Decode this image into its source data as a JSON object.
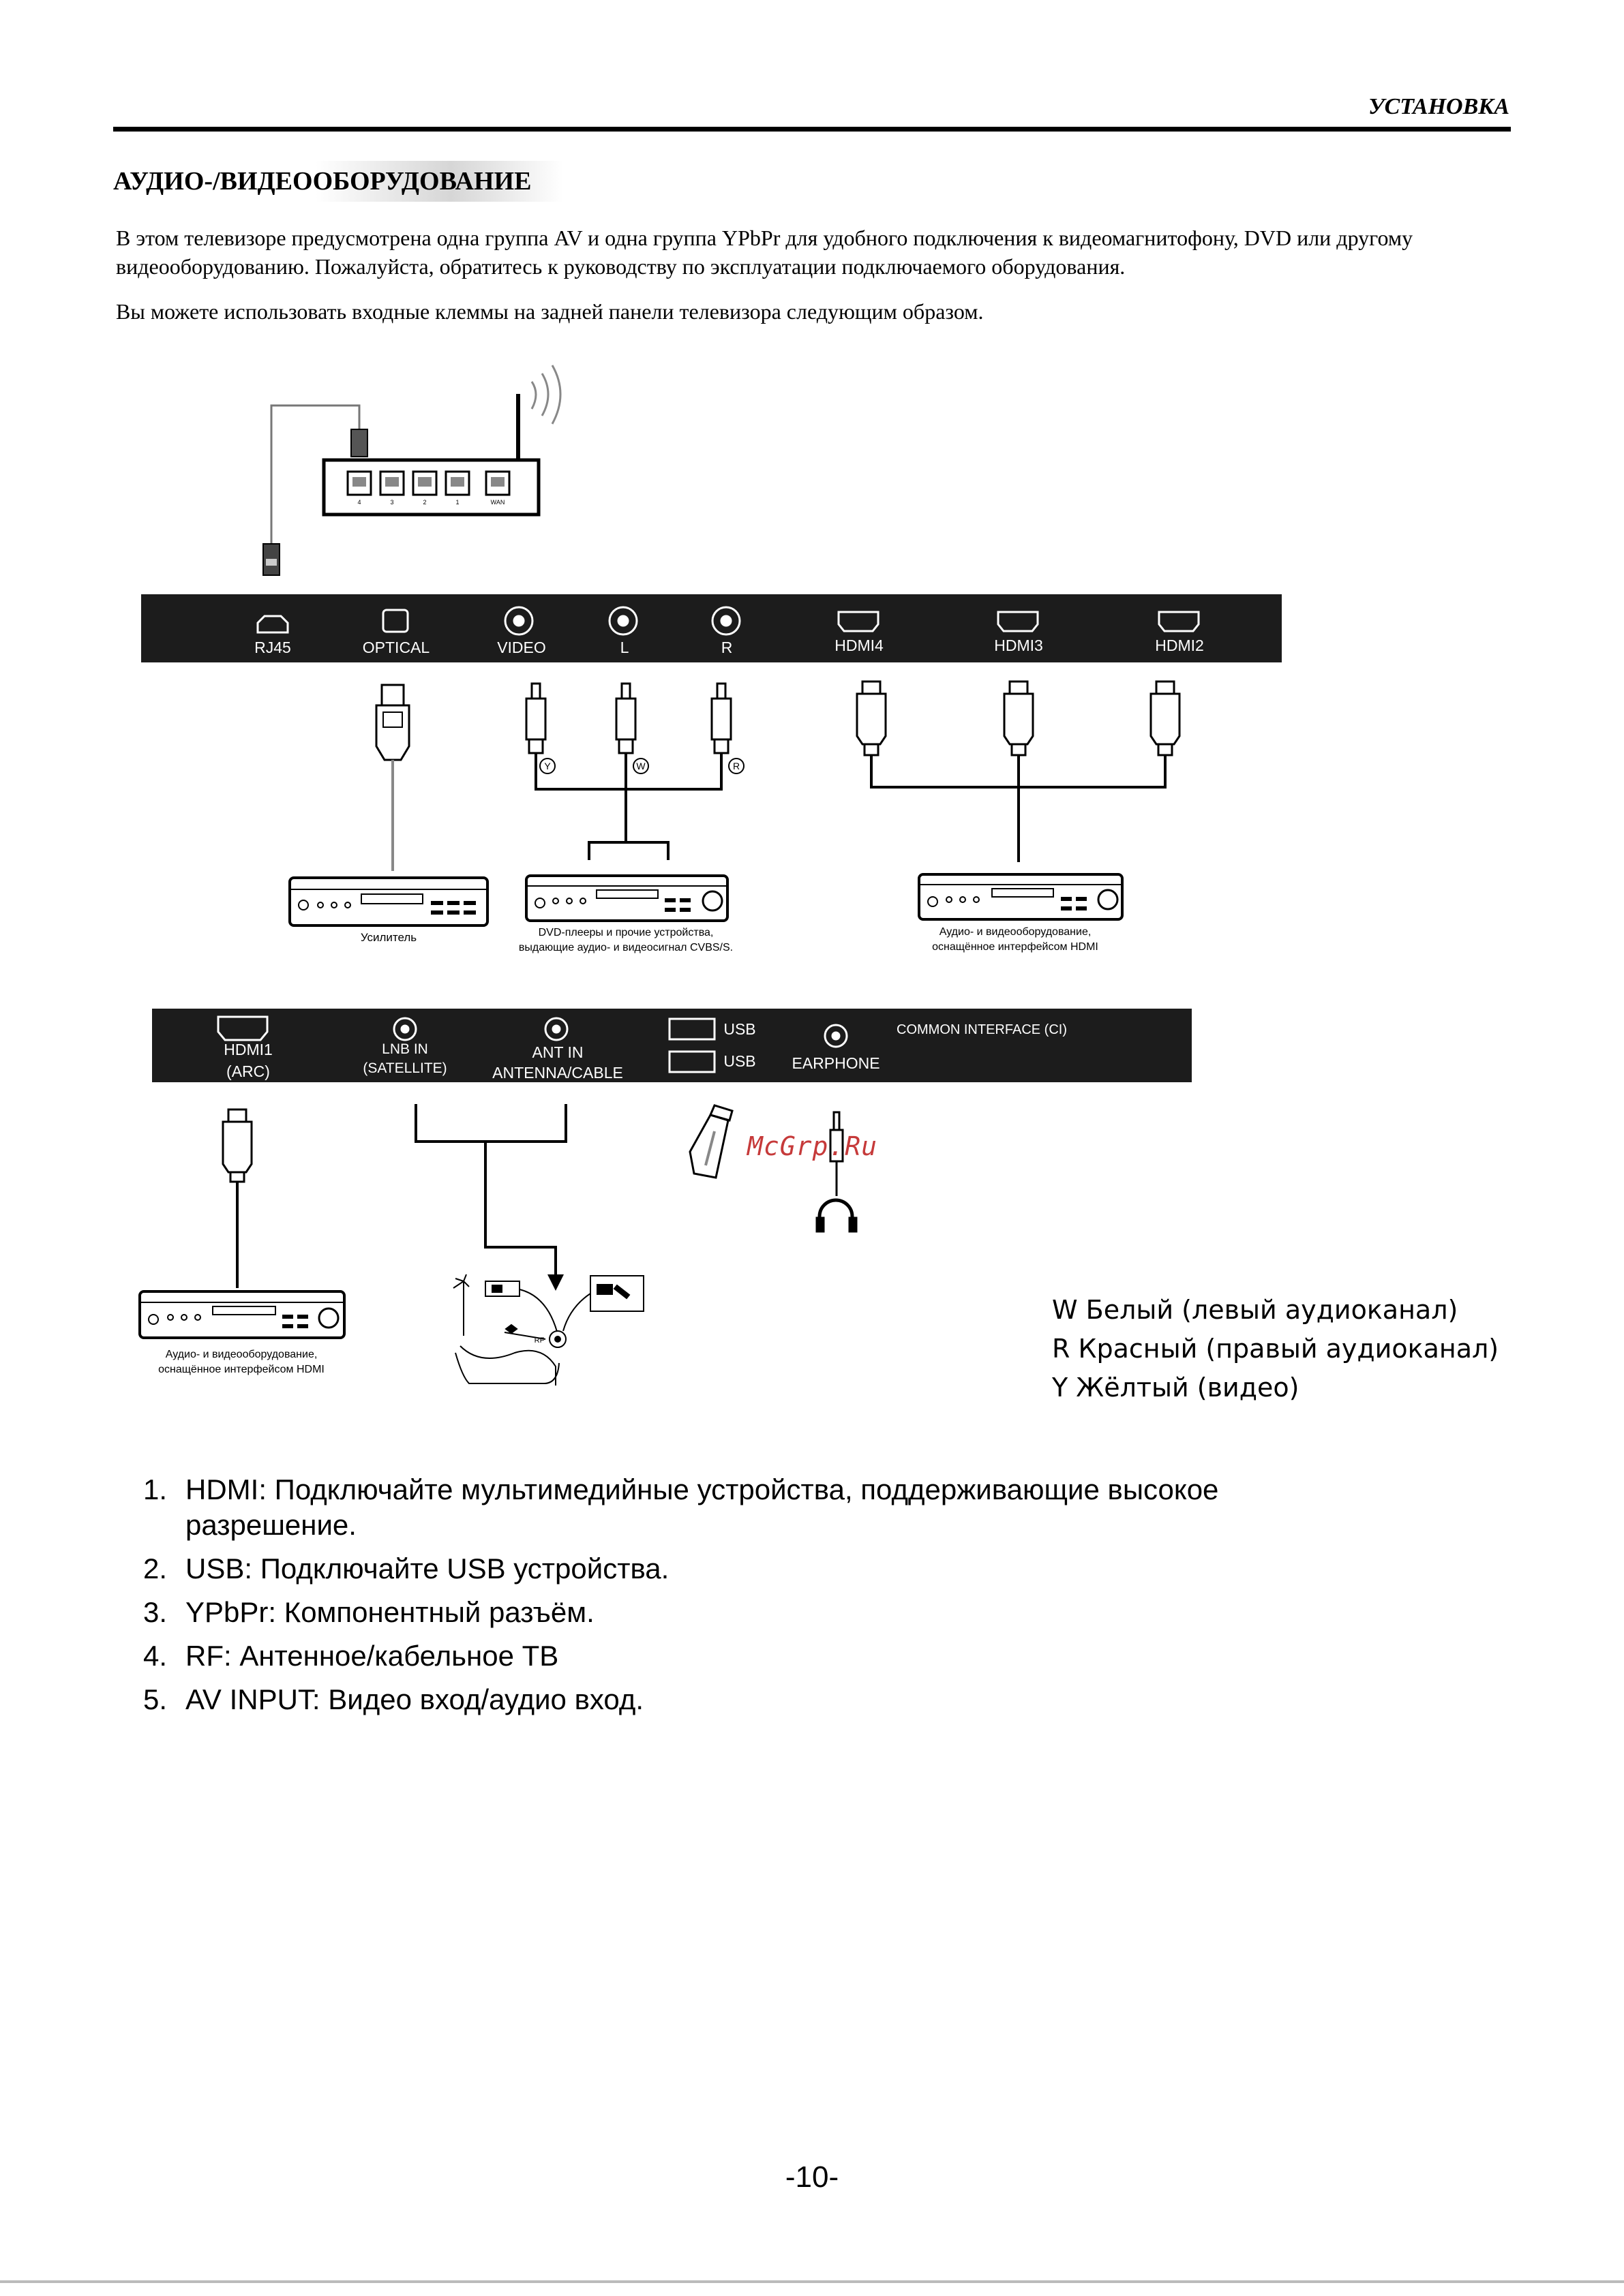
{
  "header": {
    "section": "УСТАНОВКА"
  },
  "title": "АУДИО-/ВИДЕООБОРУДОВАНИЕ",
  "intro": [
    "В этом телевизоре предусмотрена одна группа AV и одна группа YPbPr для удобного подключения к видеомагнитофону, DVD или другому видеооборудованию. Пожалуйста, обратитесь к руководству по эксплуатации подключаемого оборудования.",
    "Вы можете использовать входные клеммы на задней панели телевизора следующим образом."
  ],
  "router": {
    "port_labels": [
      "4",
      "3",
      "2",
      "1",
      "WAN"
    ]
  },
  "panel_top": {
    "ports": [
      "RJ45",
      "OPTICAL",
      "VIDEO",
      "L",
      "R",
      "HDMI4",
      "HDMI3",
      "HDMI2"
    ]
  },
  "plug_marks": [
    "Y",
    "W",
    "R"
  ],
  "devices": {
    "amplifier": "Усилитель",
    "dvd_line1": "DVD-плееры и прочие устройства,",
    "dvd_line2": "выдающие аудио- и видеосигнал CVBS/S.",
    "hdmi_line1": "Аудио- и видеооборудование,",
    "hdmi_line2": "оснащённое интерфейсом HDMI"
  },
  "panel_bottom": {
    "hdmi1_line1": "HDMI1",
    "hdmi1_line2": "(ARC)",
    "lnb_line1": "LNB IN",
    "lnb_line2": "(SATELLITE)",
    "ant_line1": "ANT IN",
    "ant_line2": "ANTENNA/CABLE",
    "usb1": "USB",
    "usb2": "USB",
    "earphone": "EARPHONE",
    "ci": "COMMON  INTERFACE (CI)"
  },
  "antenna_labels": {
    "rf": "RF"
  },
  "watermark": "McGrp.Ru",
  "legend": [
    "W Белый (левый аудиоканал)",
    "R Красный (правый аудиоканал)",
    "Y Жёлтый (видео)"
  ],
  "list": [
    {
      "num": "1.",
      "text": "HDMI: Подключайте мультимедийные устройства, поддерживающие высокое разрешение."
    },
    {
      "num": "2.",
      "text": "USB: Подключайте USB устройства."
    },
    {
      "num": "3.",
      "text": "YPbPr: Компонентный разъём."
    },
    {
      "num": "4.",
      "text": "RF: Антенное/кабельное ТВ"
    },
    {
      "num": "5.",
      "text": "AV INPUT: Видео вход/аудио вход."
    }
  ],
  "page_number": "-10-"
}
